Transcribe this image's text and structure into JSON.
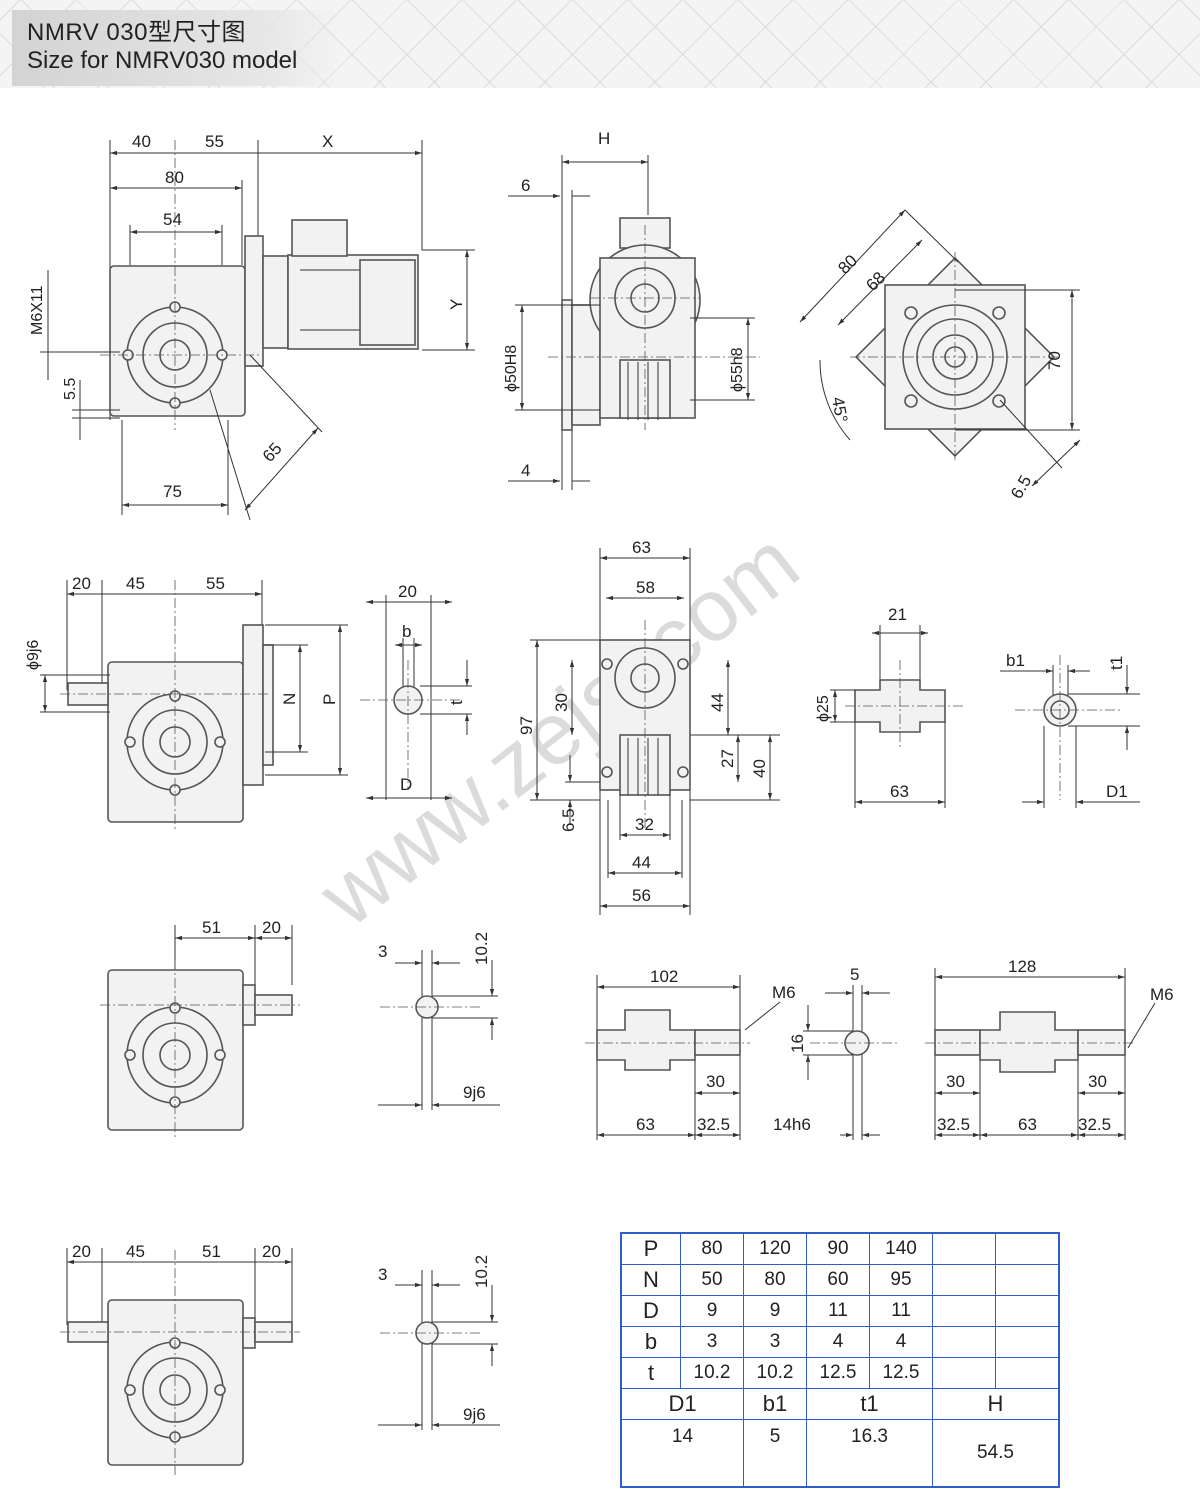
{
  "title": {
    "cn": "NMRV 030型尺寸图",
    "en": "Size for NMRV030 model"
  },
  "watermark": "www.zejsj.com",
  "view1": {
    "dims": [
      "40",
      "55",
      "X",
      "80",
      "54",
      "M6X11",
      "5.5",
      "75",
      "65",
      "Y"
    ]
  },
  "view2": {
    "dims": [
      "H",
      "6",
      "4",
      "ϕ50H8",
      "ϕ55h8"
    ]
  },
  "view3": {
    "dims": [
      "80",
      "68",
      "70",
      "45°",
      "6.5"
    ]
  },
  "view4": {
    "dims": [
      "20",
      "45",
      "55",
      "ϕ9j6",
      "N",
      "P"
    ]
  },
  "view5": {
    "dims": [
      "20",
      "b",
      "t",
      "D"
    ]
  },
  "view6": {
    "dims": [
      "63",
      "58",
      "97",
      "30",
      "44",
      "27",
      "40",
      "6.5",
      "32",
      "44",
      "56"
    ]
  },
  "view7": {
    "dims": [
      "21",
      "ϕ25",
      "63"
    ]
  },
  "view8": {
    "dims": [
      "b1",
      "t1",
      "D1"
    ]
  },
  "view9": {
    "dims": [
      "51",
      "20"
    ]
  },
  "view10": {
    "dims": [
      "3",
      "10.2",
      "9j6"
    ]
  },
  "view11": {
    "dims": [
      "102",
      "M6",
      "30",
      "63",
      "32.5"
    ]
  },
  "view12": {
    "dims": [
      "5",
      "16",
      "14h6"
    ]
  },
  "view13": {
    "dims": [
      "128",
      "M6",
      "30",
      "30",
      "32.5",
      "63",
      "32.5"
    ]
  },
  "view14": {
    "dims": [
      "20",
      "45",
      "51",
      "20"
    ]
  },
  "view15": {
    "dims": [
      "3",
      "10.2",
      "9j6"
    ]
  },
  "table": {
    "rows": [
      {
        "label": "P",
        "values": [
          "80",
          "120",
          "90",
          "140",
          "",
          ""
        ]
      },
      {
        "label": "N",
        "values": [
          "50",
          "80",
          "60",
          "95",
          "",
          ""
        ]
      },
      {
        "label": "D",
        "values": [
          "9",
          "9",
          "11",
          "11",
          "",
          ""
        ]
      },
      {
        "label": "b",
        "values": [
          "3",
          "3",
          "4",
          "4",
          "",
          ""
        ]
      },
      {
        "label": "t",
        "values": [
          "10.2",
          "10.2",
          "12.5",
          "12.5",
          "",
          ""
        ]
      }
    ],
    "lower_headers": [
      "D1",
      "b1",
      "t1",
      "H"
    ],
    "lower_values": [
      "14",
      "5",
      "16.3",
      "54.5"
    ]
  }
}
